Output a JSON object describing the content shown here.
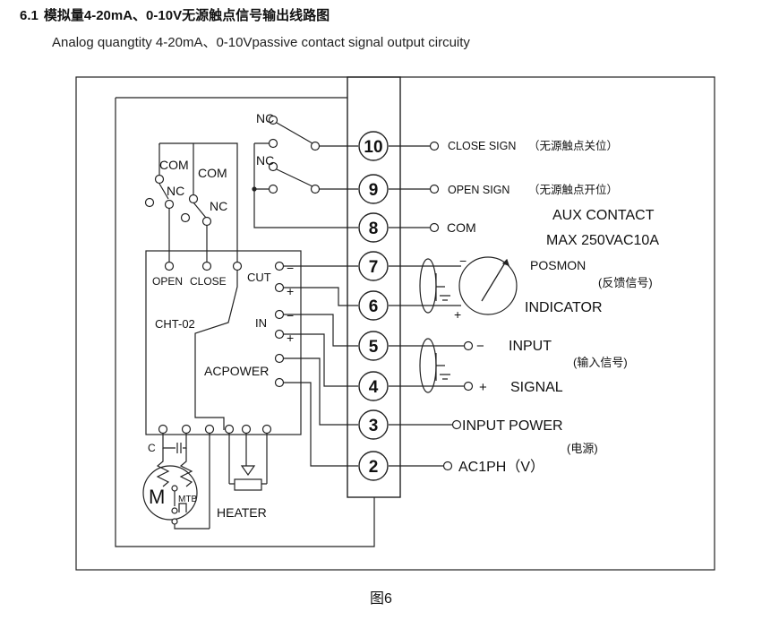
{
  "header": {
    "section_number": "6.1",
    "title_cn": "模拟量4-20mA、0-10V无源触点信号输出线路图",
    "title_en": "Analog quangtity 4-20mA、0-10Vpassive contact  signal output circuity"
  },
  "switches": {
    "upper_nc": "NC",
    "lower_nc": "NC",
    "com_left": "COM",
    "com_right": "COM",
    "nc_left": "NC",
    "nc_right": "NC"
  },
  "controller": {
    "open_label": "OPEN",
    "close_label": "CLOSE",
    "cut_label": "CUT",
    "model": "CHT-02",
    "in_label": "IN",
    "acpower_label": "ACPOWER",
    "minus": "−",
    "plus": "+"
  },
  "motor": {
    "capacitor_label": "C",
    "motor_label": "M",
    "mtb_label": "MTB",
    "heater_label": "HEATER"
  },
  "terminals": [
    "10",
    "9",
    "8",
    "7",
    "6",
    "5",
    "4",
    "3",
    "2"
  ],
  "outputs": {
    "close_sign": "CLOSE SIGN",
    "close_sign_cn": "（无源触点关位）",
    "open_sign": "OPEN SIGN",
    "open_sign_cn": "（无源触点开位）",
    "com": "COM",
    "aux_contact": "AUX CONTACT",
    "aux_rating": "MAX 250VAC10A",
    "posmon": "POSMON",
    "posmon_cn": "(反馈信号)",
    "indicator": "INDICATOR",
    "input": "INPUT",
    "input_cn": "(输入信号)",
    "signal": "SIGNAL",
    "input_power": "INPUT POWER",
    "power_cn": "(电源)",
    "ac1ph": "AC1PH（V）",
    "minus": "−",
    "plus": "+"
  },
  "caption": "图6"
}
